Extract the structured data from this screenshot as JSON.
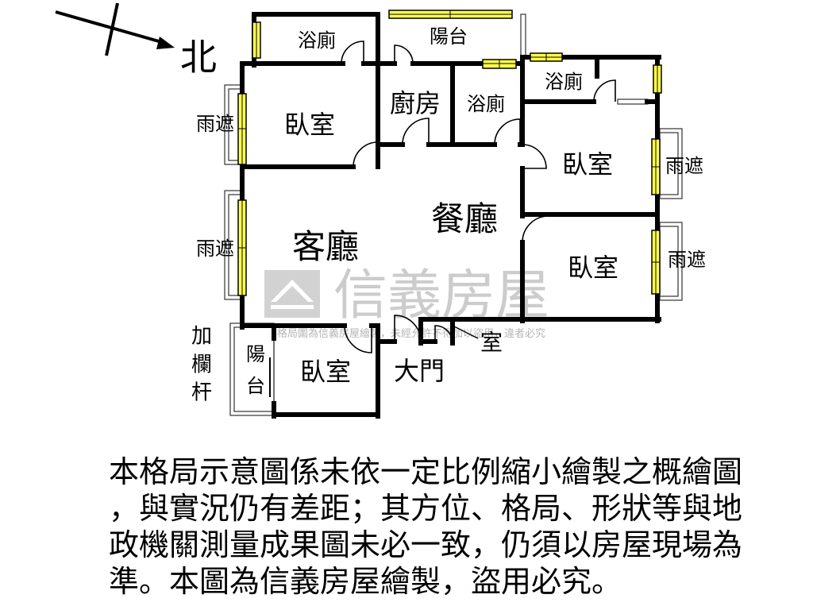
{
  "compass": {
    "north": "北"
  },
  "rooms": {
    "bath_top_left": "浴廁",
    "balcony_top": "陽台",
    "bedroom_top_left": "臥室",
    "kitchen": "廚房",
    "bath_middle": "浴廁",
    "bath_top_right": "浴廁",
    "bedroom_right_upper": "臥室",
    "dining": "餐廳",
    "living": "客廳",
    "bedroom_right_lower": "臥室",
    "bedroom_bottom": "臥室",
    "main_door": "大門",
    "storage": "室",
    "balcony_bottom": [
      "陽",
      "台"
    ]
  },
  "canopies": {
    "left_upper": "雨遮",
    "left_lower": "雨遮",
    "right_upper": "雨遮",
    "right_lower": "雨遮"
  },
  "railing_note": [
    "加",
    "欄",
    "杆"
  ],
  "watermark": {
    "brand": "信義房屋",
    "notice": "格局圖為信義房屋繪製，未經允許不得加以盜用，違者必究"
  },
  "disclaimer": [
    "本格局示意圖係未依一定比例縮小繪製之概繪圖",
    "，與實況仍有差距；其方位、格局、形狀等與地",
    "政機關測量成果圖未必一致，仍須以房屋現場為",
    "準。本圖為信義房屋繪製，盜用必究。"
  ],
  "colors": {
    "wall": "#000000",
    "window": "#ffff4d",
    "watermark": "#cccccc"
  }
}
